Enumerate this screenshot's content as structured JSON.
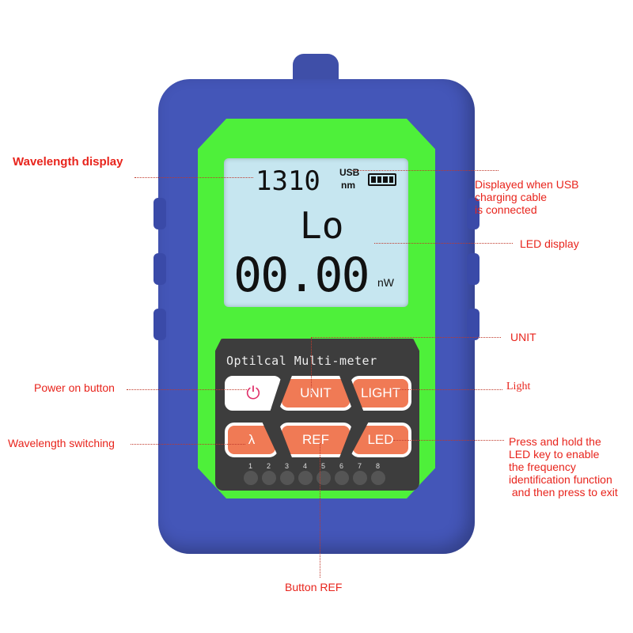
{
  "device": {
    "panel_title": "Optilcal Multi-meter",
    "display": {
      "wavelength": "1310",
      "usb": "USB",
      "wavelength_unit": "nm",
      "mode": "Lo",
      "reading": "00.00",
      "reading_unit": "nW",
      "battery_icon": "battery-full-icon"
    },
    "buttons": {
      "power": "power-icon",
      "unit": "UNIT",
      "light": "LIGHT",
      "lambda": "λ",
      "ref": "REF",
      "led": "LED"
    },
    "led_numbers": [
      "1",
      "2",
      "3",
      "4",
      "5",
      "6",
      "7",
      "8"
    ],
    "colors": {
      "body": "#4456b8",
      "frame": "#4ef03a",
      "buttons": "#f07a55",
      "annotation": "#e8241c"
    }
  },
  "annotations": {
    "wavelength_display": "Wavelength display",
    "usb_line1": "Displayed when USB",
    "usb_line2": "charging cable",
    "usb_line3": "is connected",
    "led_display": "LED display",
    "unit": "UNIT",
    "power": "Power on button",
    "light": "Light",
    "wavelength_switching": "Wavelength switching",
    "led_line1": "Press and hold the",
    "led_line2": "LED key to enable",
    "led_line3": "the frequency",
    "led_line4": "identification function",
    "led_line5": " and then press to exit",
    "ref": "Button REF"
  }
}
